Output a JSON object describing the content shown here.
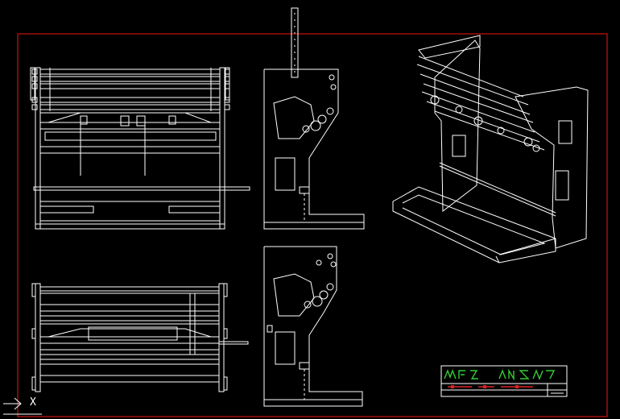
{
  "app": {
    "background": "#000000",
    "layout_border_color": "#cc1111",
    "line_color": "#ffffff",
    "accent_green": "#33cc33",
    "accent_red": "#dd2222"
  },
  "ucs": {
    "icon": "ucs-arrow-icon",
    "axis_label": "X"
  },
  "views": [
    {
      "name": "front-view-upper",
      "icon": "machine-front-view"
    },
    {
      "name": "side-view-upper",
      "icon": "machine-side-view"
    },
    {
      "name": "isometric-view",
      "icon": "machine-isometric-view"
    },
    {
      "name": "top-view-lower",
      "icon": "machine-top-view"
    },
    {
      "name": "side-view-lower",
      "icon": "machine-side-view"
    }
  ],
  "title_block": {
    "icon": "title-block-stamp"
  }
}
